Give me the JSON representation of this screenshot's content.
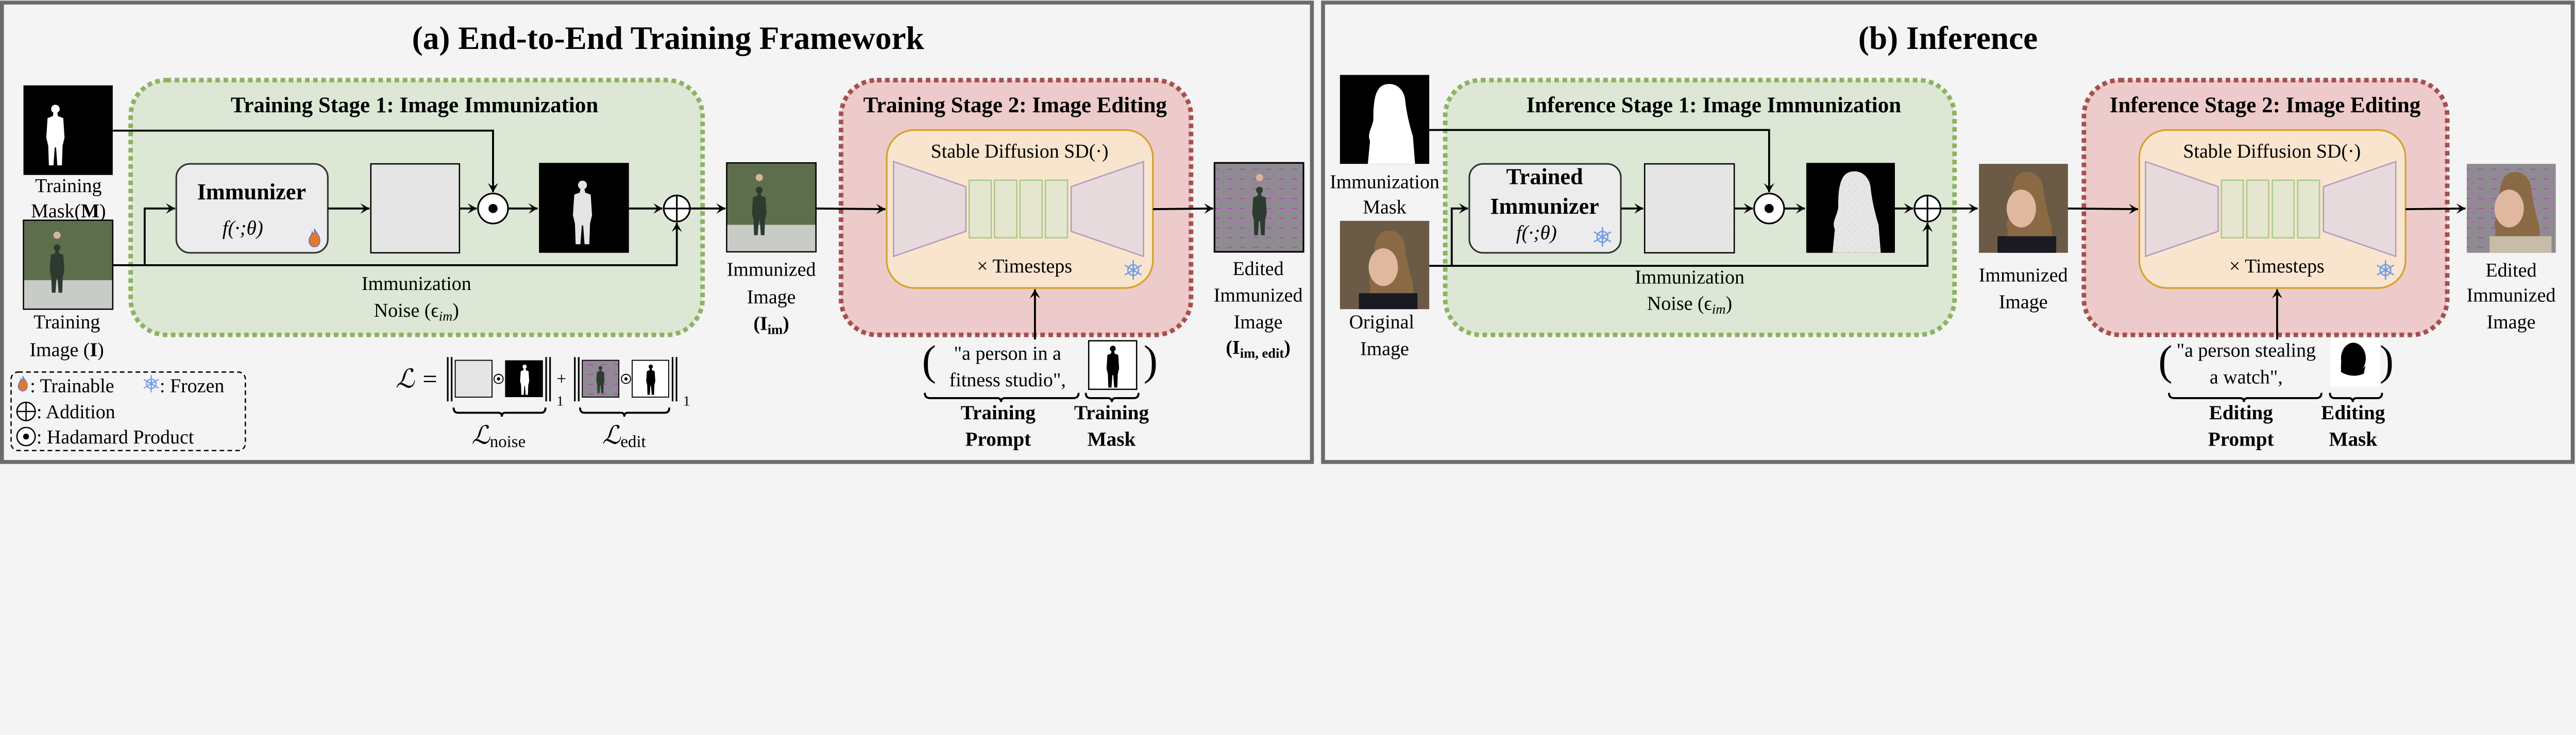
{
  "colors": {
    "background": "#f4f4f4",
    "panel_border": "#6b6b6b",
    "stage1_fill": "#dce8d5",
    "stage1_border": "#8db360",
    "stage2_fill": "#eccbca",
    "stage2_border": "#a94e4e",
    "sd_fill": "#f9e5cd",
    "sd_border": "#d4a02a",
    "trainable_icon": "#e07a2a",
    "frozen_icon": "#6f9be8"
  },
  "panel_a": {
    "title": "(a) End-to-End Training Framework",
    "mask_label": {
      "line1": "Training",
      "line2": "Mask(",
      "symbol": "M",
      "close": ")"
    },
    "image_label": {
      "line1": "Training",
      "line2": "Image (",
      "symbol": "I",
      "close": ")"
    },
    "stage1": {
      "title": "Training Stage 1: Image Immunization",
      "immunizer_name": "Immunizer",
      "immunizer_func": "f(·;θ)",
      "immunizer_state_icon": "fire-icon",
      "noise_line1": "Immunization",
      "noise_line2": "Noise (ϵ",
      "noise_sub": "im",
      "noise_close": ")"
    },
    "immunized_label": {
      "line1": "Immunized",
      "line2": "Image",
      "open": "(I",
      "sub": "im",
      "close": ")"
    },
    "stage2": {
      "title": "Training Stage 2: Image Editing",
      "sd_label": "Stable Diffusion SD(·)",
      "timesteps": "× Timesteps",
      "sd_state_icon": "snowflake-icon",
      "prompt_open": "(",
      "prompt_line1": "\"a person in a",
      "prompt_line2": "fitness studio\",",
      "prompt_close": ")",
      "prompt_caption": [
        "Training",
        "Prompt"
      ],
      "mask_caption": [
        "Training",
        "Mask"
      ]
    },
    "edited_label": {
      "line1": "Edited",
      "line2": "Immunized",
      "line3": "Image",
      "open": "(I",
      "sub": "im, edit",
      "close": ")"
    },
    "loss": {
      "lhs": "ℒ =",
      "plus": "+",
      "norm_sub": "1",
      "term1": {
        "symbol": "ℒ",
        "sub": "noise"
      },
      "term2": {
        "symbol": "ℒ",
        "sub": "edit"
      }
    },
    "legend": {
      "trainable": ": Trainable",
      "frozen": ": Frozen",
      "addition": ": Addition",
      "hadamard": ": Hadamard Product"
    }
  },
  "panel_b": {
    "title": "(b) Inference",
    "mask_label": [
      "Immunization",
      "Mask"
    ],
    "image_label": [
      "Original",
      "Image"
    ],
    "stage1": {
      "title": "Inference Stage 1: Image Immunization",
      "immunizer_name": [
        "Trained",
        "Immunizer"
      ],
      "immunizer_func": "f(·;θ)",
      "immunizer_state_icon": "snowflake-icon",
      "noise_line1": "Immunization",
      "noise_line2": "Noise (ϵ",
      "noise_sub": "im",
      "noise_close": ")"
    },
    "immunized_label": [
      "Immunized",
      "Image"
    ],
    "stage2": {
      "title": "Inference Stage 2: Image Editing",
      "sd_label": "Stable Diffusion SD(·)",
      "timesteps": "× Timesteps",
      "sd_state_icon": "snowflake-icon",
      "prompt_open": "(",
      "prompt_line1": "\"a person stealing",
      "prompt_line2": "a watch\",",
      "prompt_close": ")",
      "prompt_caption": [
        "Editing",
        "Prompt"
      ],
      "mask_caption": [
        "Editing",
        "Mask"
      ]
    },
    "edited_label": [
      "Edited",
      "Immunized",
      "Image"
    ]
  }
}
